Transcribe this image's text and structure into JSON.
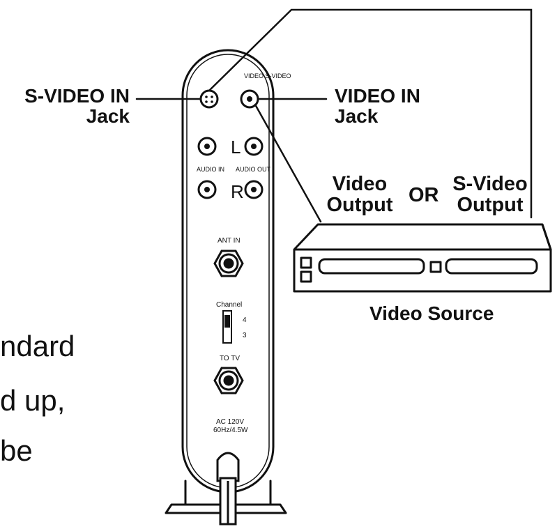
{
  "callouts": {
    "svideo_in_line1": "S-VIDEO IN",
    "svideo_in_line2": "Jack",
    "video_in_line1": "VIDEO IN",
    "video_in_line2": "Jack",
    "video_output_line1": "Video",
    "video_output_line2": "Output",
    "or_label": "OR",
    "svideo_output_line1": "S-Video",
    "svideo_output_line2": "Output",
    "video_source": "Video Source"
  },
  "panel_labels": {
    "video_svideo": "VIDEO S-VIDEO",
    "left": "L",
    "right": "R",
    "audio_in": "AUDIO IN",
    "audio_out": "AUDIO OUT",
    "ant_in": "ANT IN",
    "channel": "Channel",
    "channel_4": "4",
    "channel_3": "3",
    "to_tv": "TO TV",
    "power_line1": "AC 120V",
    "power_line2": "60Hz/4.5W"
  },
  "cut_off_text": {
    "line1": "ndard",
    "line2": "d up,",
    "line3": "be"
  },
  "colors": {
    "ink": "#111111",
    "background": "#ffffff"
  }
}
